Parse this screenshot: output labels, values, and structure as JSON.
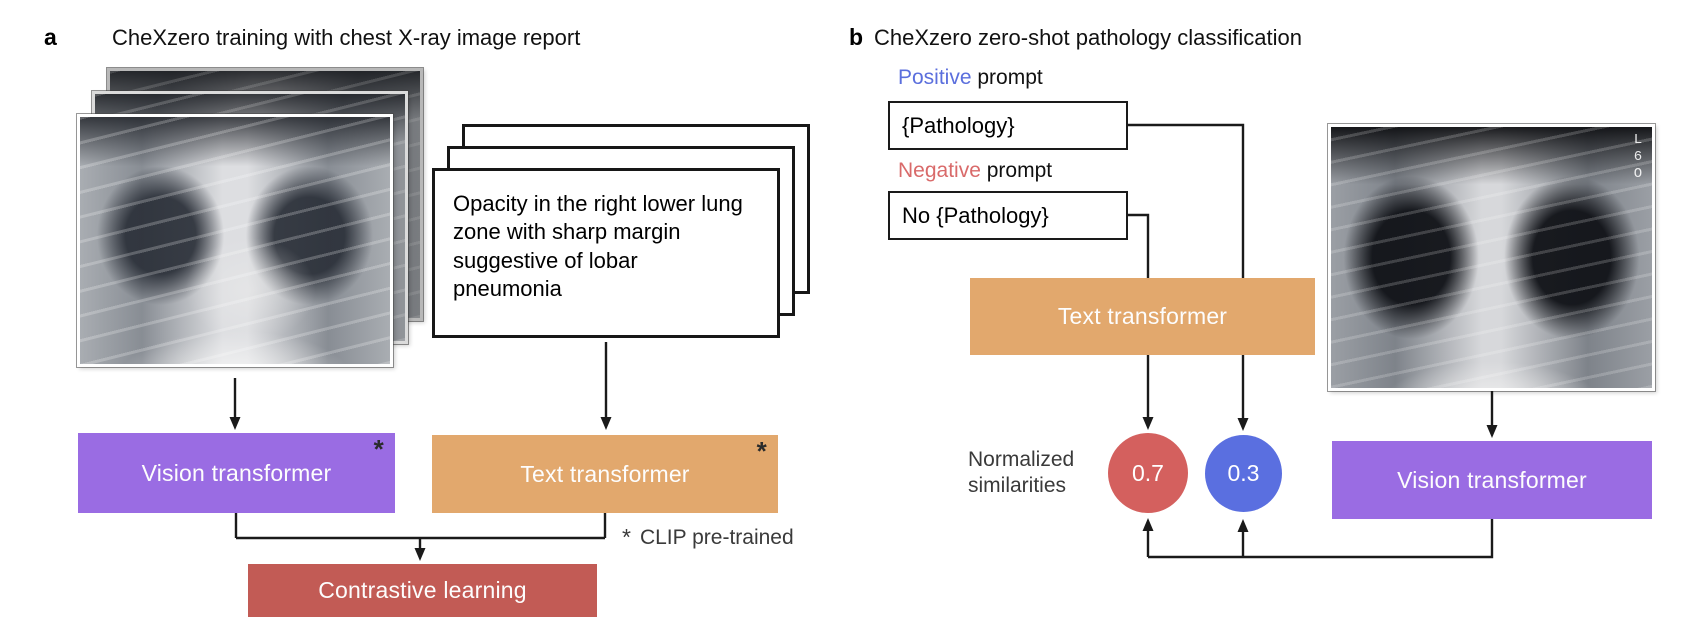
{
  "colors": {
    "purple": "#9a6ce3",
    "orange": "#e2a86d",
    "red_box": "#c25b55",
    "red_circle": "#d4605e",
    "blue_circle": "#5a6fe0",
    "positive_blue": "#5b6fdd",
    "negative_red": "#d96a6a",
    "line": "#1a1a1a"
  },
  "panel_a": {
    "label": "a",
    "title": "CheXzero training with chest X-ray image report",
    "report_lines": [
      "Opacity in the right lower lung",
      "zone with sharp margin",
      "suggestive of lobar",
      "pneumonia"
    ],
    "vision_box": "Vision transformer",
    "text_box": "Text transformer",
    "asterisk": "*",
    "clip_note_star": "*",
    "clip_note": "CLIP pre-trained",
    "contrastive_box": "Contrastive learning"
  },
  "panel_b": {
    "label": "b",
    "title": "CheXzero zero-shot pathology classification",
    "positive_word": "Positive",
    "positive_rest": " prompt",
    "negative_word": "Negative",
    "negative_rest": " prompt",
    "pathology_box": "{Pathology}",
    "no_pathology_box": "No {Pathology}",
    "text_box": "Text transformer",
    "normalized_lines": [
      "Normalized",
      "similarities"
    ],
    "similarity_negative": "0.7",
    "similarity_positive": "0.3",
    "vision_box": "Vision transformer",
    "xray_marker": "L6O"
  }
}
